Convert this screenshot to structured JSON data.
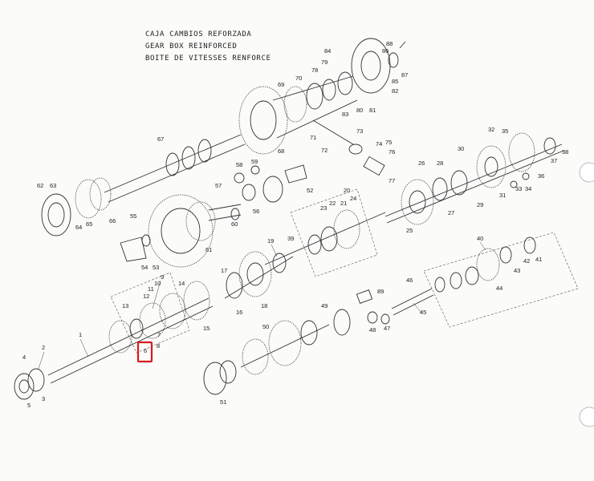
{
  "title_lines": [
    "CAJA CAMBIOS REFORZADA",
    "GEAR BOX REINFORCED",
    "BOITE DE VITESSES RENFORCE"
  ],
  "highlight_color": "#d81b1b",
  "highlighted_part": "6",
  "part_labels": [
    "1",
    "2",
    "3",
    "4",
    "5",
    "6",
    "7",
    "8",
    "9",
    "10",
    "11",
    "12",
    "13",
    "14",
    "15",
    "16",
    "17",
    "18",
    "19",
    "20",
    "21",
    "22",
    "23",
    "24",
    "25",
    "26",
    "27",
    "28",
    "29",
    "30",
    "31",
    "32",
    "33",
    "34",
    "35",
    "36",
    "37",
    "38",
    "39",
    "40",
    "41",
    "42",
    "43",
    "44",
    "45",
    "46",
    "47",
    "48",
    "49",
    "50",
    "51",
    "52",
    "53",
    "54",
    "55",
    "56",
    "57",
    "58",
    "59",
    "60",
    "61",
    "62",
    "63",
    "64",
    "65",
    "66",
    "67",
    "68",
    "69",
    "70",
    "71",
    "72",
    "73",
    "74",
    "75",
    "76",
    "77",
    "78",
    "79",
    "80",
    "81",
    "82",
    "83",
    "84",
    "85",
    "86",
    "87",
    "88",
    "89"
  ]
}
